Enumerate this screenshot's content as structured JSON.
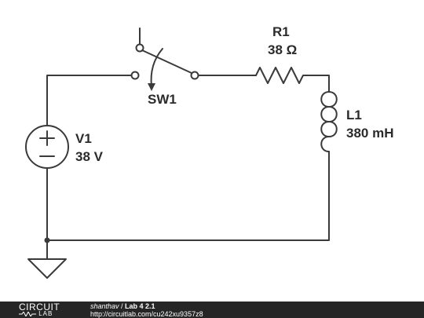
{
  "components": {
    "switch": {
      "name": "SW1"
    },
    "resistor": {
      "name": "R1",
      "value": "38 Ω"
    },
    "inductor": {
      "name": "L1",
      "value": "380 mH"
    },
    "source": {
      "name": "V1",
      "value": "38 V"
    }
  },
  "footer": {
    "logo_top": "CIRCUIT",
    "logo_bottom": "LAB",
    "author": "shanthav",
    "separator": " / ",
    "project": "Lab 4 2.1",
    "url": "http://circuitlab.com/cu242xu9357z8"
  },
  "colors": {
    "wire": "#3a3a3a",
    "footer_bg": "#262626"
  }
}
